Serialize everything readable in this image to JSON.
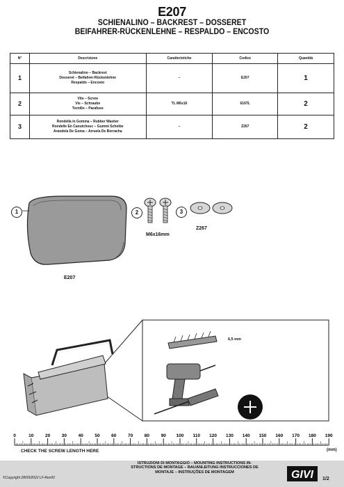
{
  "header": {
    "code": "E207",
    "line1": "SCHIENALINO – BACKREST – DOSSERET",
    "line2": "BEIFAHRER-RÜCKENLEHNE – RESPALDO – ENCOSTO"
  },
  "table": {
    "headers": [
      "N°",
      "Descrizione",
      "Caratteristiche",
      "Codice",
      "Quantità"
    ],
    "rows": [
      {
        "n": "1",
        "desc": [
          "Schienalino – Backrest",
          "Dosseret – Beifahrer-Rückenlehne",
          "Respaldo – Encosto"
        ],
        "char": "–",
        "code": "E207",
        "qty": "1"
      },
      {
        "n": "2",
        "desc": [
          "Vite – Screw",
          "Vis – Schraube",
          "Tornillo – Parafuso"
        ],
        "char": "TL M6x16",
        "code": "616TL",
        "qty": "2"
      },
      {
        "n": "3",
        "desc": [
          "Rondella in Gomma – Rubber Washer",
          "Rondelle En Caoutchouc – Gummi Scheibe",
          "Arandela De Goma – Arruela De Borracha"
        ],
        "char": "–",
        "code": "Z267",
        "qty": "2"
      }
    ]
  },
  "parts": {
    "n1": "1",
    "n2": "2",
    "n3": "3",
    "label_backrest": "E207",
    "label_screw": "M6x16mm",
    "label_washer": "Z267"
  },
  "tools": {
    "drill_size": "6,5 mm"
  },
  "ruler": {
    "ticks": [
      "0",
      "10",
      "20",
      "30",
      "40",
      "50",
      "60",
      "70",
      "80",
      "90",
      "100",
      "110",
      "120",
      "130",
      "140",
      "150",
      "160",
      "170",
      "180",
      "190"
    ],
    "unit": "(mm)",
    "check": "CHECK THE SCREW LENGTH HERE"
  },
  "footer": {
    "copyright": "©Copyright 28/09/2022 LF-Rev00",
    "instructions": [
      "ISTRUZIONI DI MONTAGGIO – MOUNTING INSTRUCTIONS IN-",
      "STRUCTIONS DE MONTAGE – BAUANLEITUNG INSTRUCCIONES DE",
      "MONTAJE – INSTRUÇÕES DE MONTAGEM"
    ],
    "page": "1/2",
    "brand": "GIVI"
  }
}
